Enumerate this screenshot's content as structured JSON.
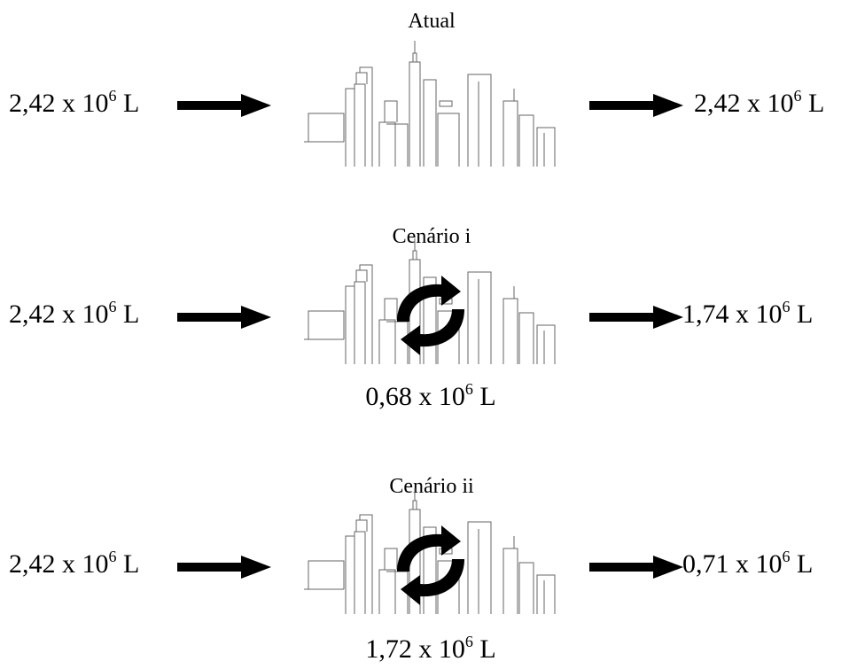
{
  "scenarios": [
    {
      "title": "Atual",
      "input": {
        "value": "2,42 x 10",
        "exp": "6",
        "unit": " L"
      },
      "output": {
        "value": "2,42 x 10",
        "exp": "6",
        "unit": " L"
      },
      "recycled": null
    },
    {
      "title": "Cenário i",
      "input": {
        "value": "2,42 x 10",
        "exp": "6",
        "unit": " L"
      },
      "output": {
        "value": "1,74 x 10",
        "exp": "6",
        "unit": " L"
      },
      "recycled": {
        "value": "0,68 x 10",
        "exp": "6",
        "unit": " L"
      }
    },
    {
      "title": "Cenário ii",
      "input": {
        "value": "2,42 x 10",
        "exp": "6",
        "unit": " L"
      },
      "output": {
        "value": "0,71 x 10",
        "exp": "6",
        "unit": " L"
      },
      "recycled": {
        "value": "1,72 x 10",
        "exp": "6",
        "unit": " L"
      }
    }
  ],
  "icons": {
    "flow_arrow": "right-arrow-icon",
    "city": "city-skyline-icon",
    "recycle": "recycle-cycle-icon"
  }
}
